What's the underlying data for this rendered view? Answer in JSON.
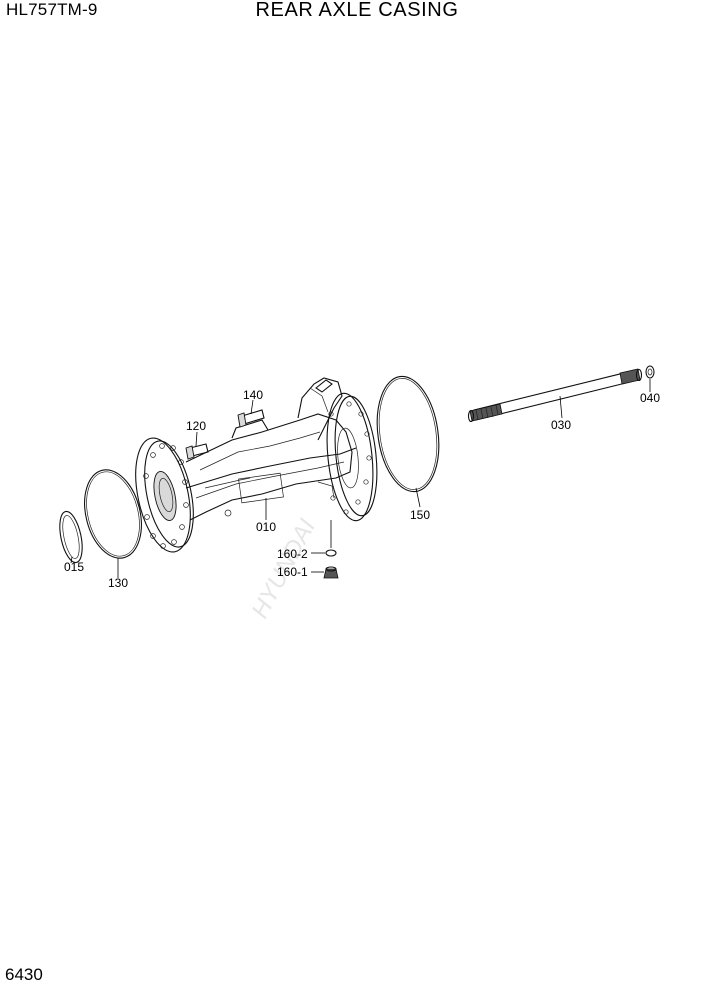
{
  "header": {
    "model": "HL757TM-9",
    "title": "REAR AXLE CASING"
  },
  "footer": {
    "page_number": "6430"
  },
  "parts": [
    {
      "id": "part-010",
      "label": "010"
    },
    {
      "id": "part-015",
      "label": "015"
    },
    {
      "id": "part-030",
      "label": "030"
    },
    {
      "id": "part-040",
      "label": "040"
    },
    {
      "id": "part-120",
      "label": "120"
    },
    {
      "id": "part-130",
      "label": "130"
    },
    {
      "id": "part-140",
      "label": "140"
    },
    {
      "id": "part-150",
      "label": "150"
    },
    {
      "id": "part-160-1",
      "label": "160-1"
    },
    {
      "id": "part-160-2",
      "label": "160-2"
    }
  ],
  "watermark": "HYUNDAI"
}
